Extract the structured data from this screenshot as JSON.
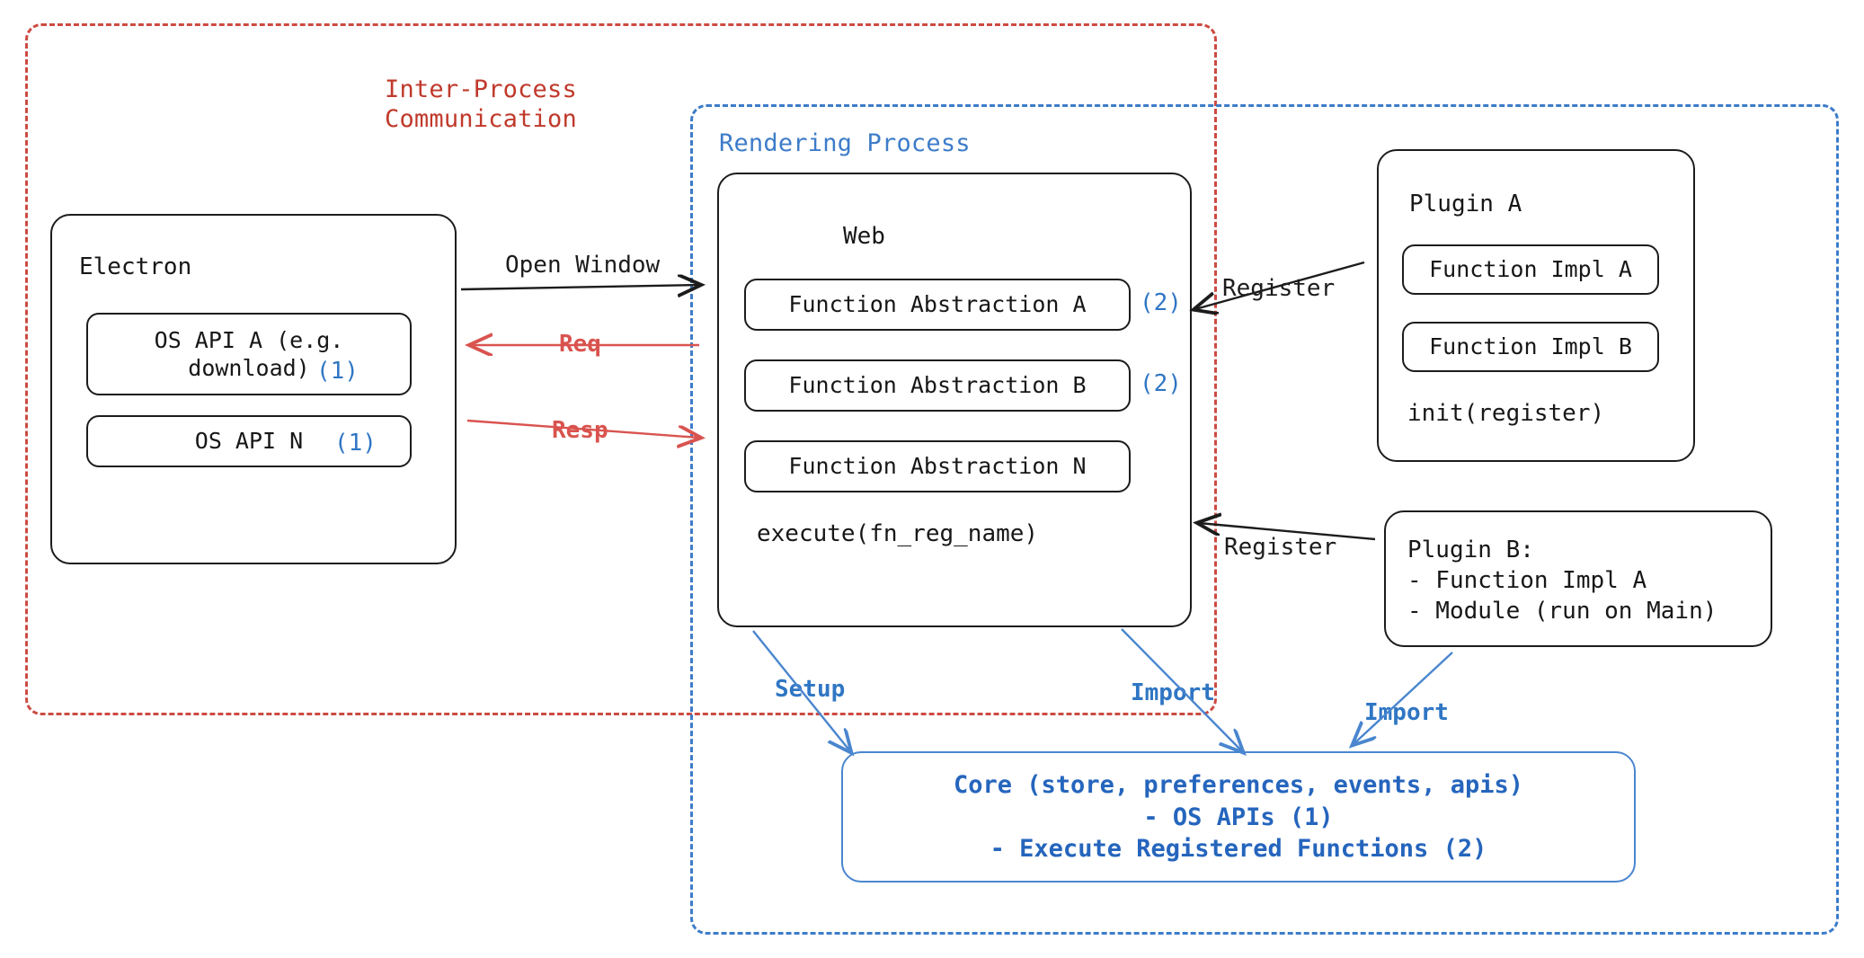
{
  "diagram": {
    "title": "Electron plugin architecture",
    "colors": {
      "ipc_red": "#c0392b",
      "render_blue": "#3d7cc9",
      "marker_blue": "#2f76c4",
      "core_blue": "#2565bd",
      "arrow_red": "#d9534f",
      "stroke_black": "#1c1c1c"
    }
  },
  "regions": {
    "ipc": {
      "label": "Inter-Process\nCommunication"
    },
    "rendering": {
      "label": "Rendering Process"
    }
  },
  "electron": {
    "title": "Electron",
    "items": [
      {
        "label": "OS API A (e.g.\ndownload)",
        "marker": "(1)"
      },
      {
        "label": "OS API N",
        "marker": "(1)"
      }
    ]
  },
  "web": {
    "title": "Web",
    "abstractions": [
      {
        "label": "Function Abstraction A",
        "marker": "(2)"
      },
      {
        "label": "Function Abstraction B",
        "marker": "(2)"
      },
      {
        "label": "Function Abstraction N",
        "marker": ""
      }
    ],
    "execute": "execute(fn_reg_name)"
  },
  "plugin_a": {
    "title": "Plugin A",
    "items": [
      {
        "label": "Function Impl A"
      },
      {
        "label": "Function Impl B"
      }
    ],
    "init": "init(register)"
  },
  "plugin_b": {
    "text": "Plugin B:\n- Function Impl A\n- Module (run on Main)"
  },
  "core": {
    "text": "Core (store, preferences, events, apis)\n- OS APIs (1)\n- Execute Registered Functions (2)"
  },
  "connectors": {
    "open_window": "Open Window",
    "req": "Req",
    "resp": "Resp",
    "register_plugin_a": "Register",
    "register_plugin_b": "Register",
    "setup": "Setup",
    "import_web": "Import",
    "import_plugin_b": "Import"
  }
}
